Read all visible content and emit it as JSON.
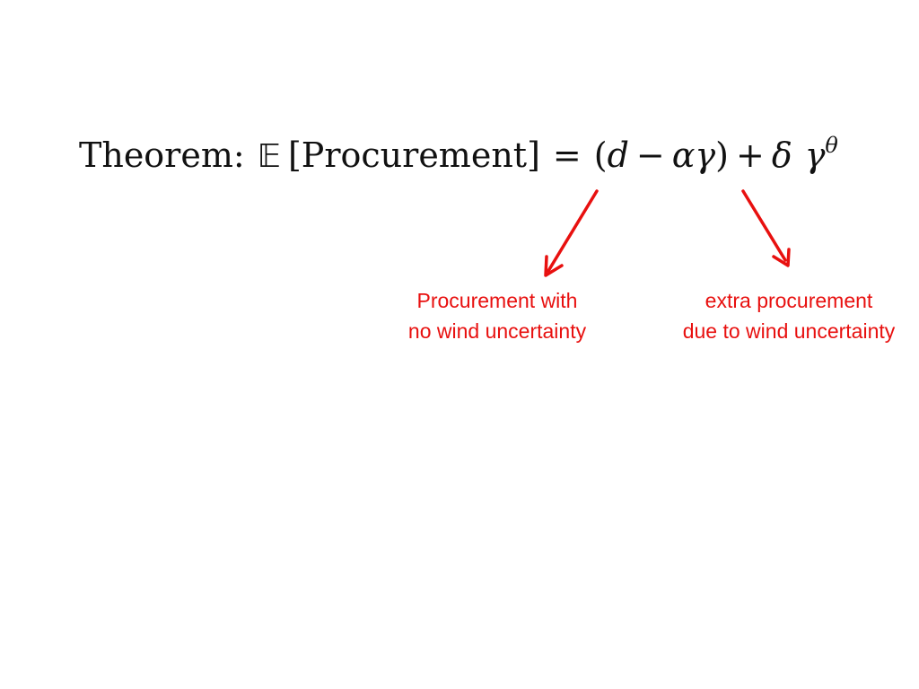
{
  "equation": {
    "label": "Theorem:",
    "expectation_symbol": "𝔼",
    "bracket_open": "[",
    "argument": "Procurement",
    "bracket_close": "]",
    "equals": "=",
    "paren_open": "(",
    "d": "d",
    "minus": "−",
    "alpha": "α",
    "gamma1": "γ",
    "paren_close": ")",
    "plus": "+",
    "delta": "δ",
    "gamma2": "γ",
    "theta": "θ"
  },
  "annotations": {
    "left": {
      "line1": "Procurement with",
      "line2": "no wind uncertainty"
    },
    "right": {
      "line1": "extra procurement",
      "line2": "due to wind uncertainty"
    }
  },
  "colors": {
    "annotation": "#e8100f",
    "text": "#111111",
    "background": "#ffffff"
  }
}
